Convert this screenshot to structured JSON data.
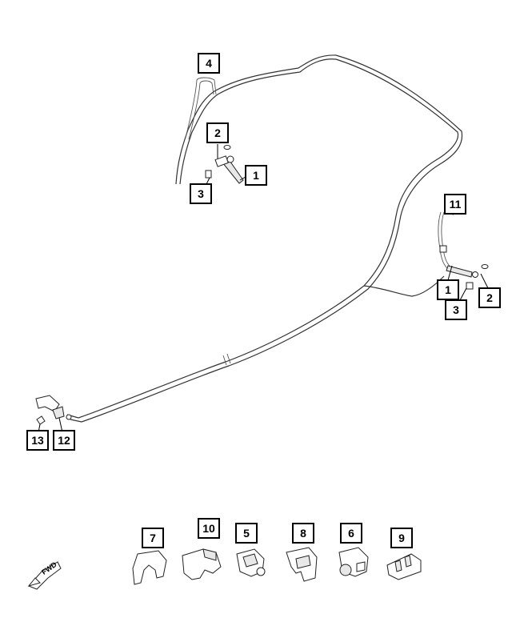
{
  "callouts": {
    "c1_front": "1",
    "c2_front": "2",
    "c3_front": "3",
    "c4": "4",
    "c11": "11",
    "c1_rear": "1",
    "c3_rear": "3",
    "c2_rear": "2",
    "c13": "13",
    "c12": "12",
    "c7": "7",
    "c10": "10",
    "c5": "5",
    "c8": "8",
    "c6": "6",
    "c9": "9"
  },
  "direction_arrow": {
    "label": "FWD",
    "icon": "forward-direction-arrow-icon"
  },
  "colors": {
    "line": "#333333",
    "box_border": "#000000",
    "background": "#ffffff"
  }
}
